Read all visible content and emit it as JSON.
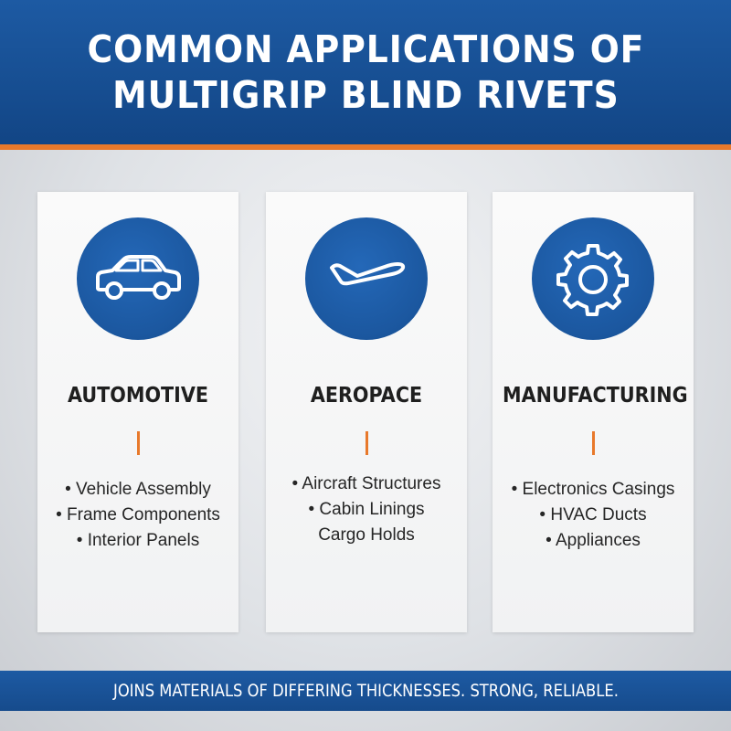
{
  "header": {
    "title_line1": "COMMON APPLICATIONS OF",
    "title_line2": "MULTIGRIP BLIND RIVETS"
  },
  "colors": {
    "primary_blue": "#1b579f",
    "accent_orange": "#e8792b",
    "background_gray": "#e3e5e8"
  },
  "cards": [
    {
      "icon": "car-icon",
      "title": "AUTOMOTIVE",
      "items": [
        "• Vehicle Assembly",
        "• Frame Components",
        "• Interior Panels"
      ]
    },
    {
      "icon": "airplane-icon",
      "title": "AEROPACE",
      "items": [
        "• Aircraft Structures",
        "• Cabin Linings",
        "Cargo Holds"
      ]
    },
    {
      "icon": "gear-icon",
      "title": "MANUFACTURING",
      "items": [
        "• Electronics Casings",
        "• HVAC Ducts",
        "• Appliances"
      ]
    }
  ],
  "footer": {
    "text": "JOINS MATERIALS OF DIFFERING THICKNESSES. STRONG, RELIABLE."
  }
}
